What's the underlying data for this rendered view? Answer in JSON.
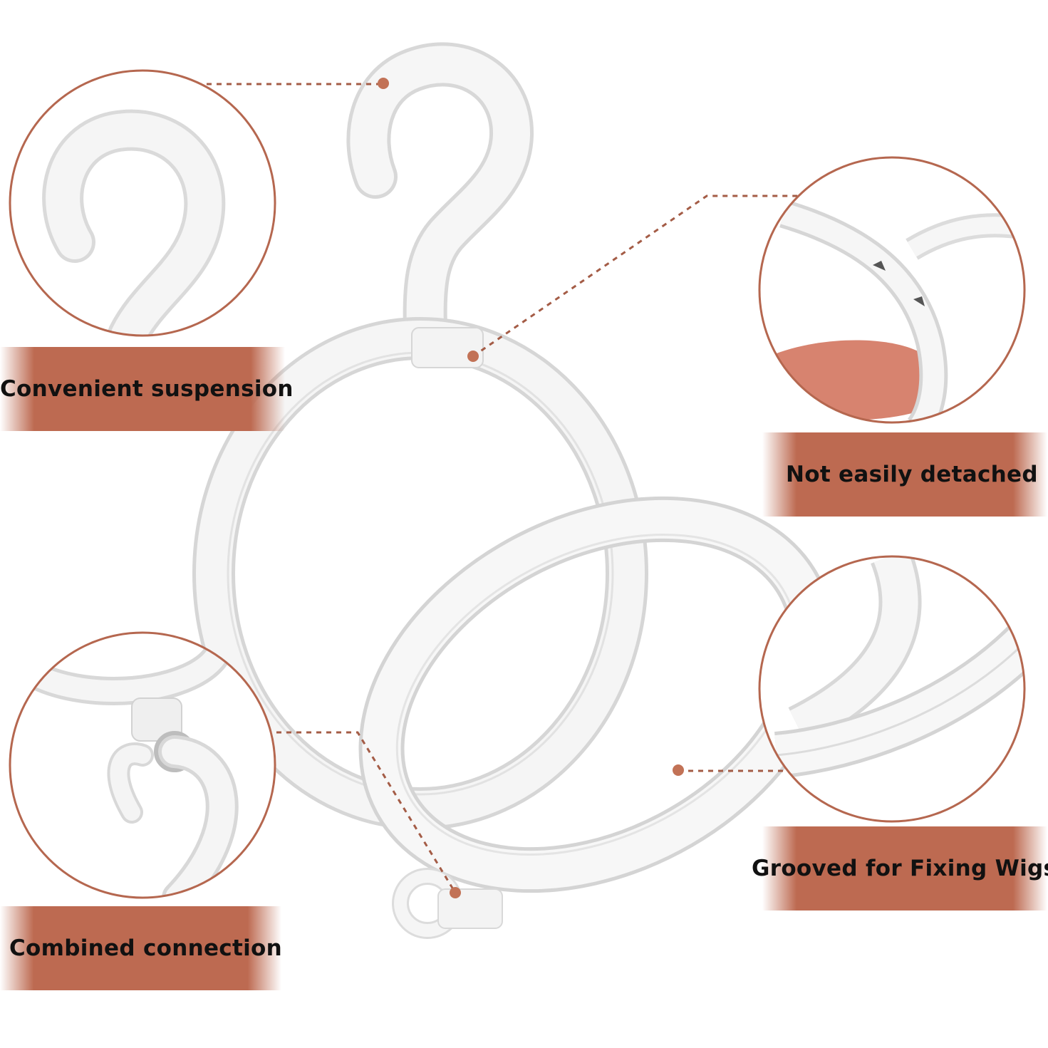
{
  "colors": {
    "accent": "#bd6a51",
    "circle_border": "#b5674f",
    "plastic": "#f4f4f4",
    "plastic_edge": "#d9d9d9",
    "skin": "#d7836f"
  },
  "features": [
    {
      "id": "suspension",
      "label": "Convenient suspension"
    },
    {
      "id": "detached",
      "label": "Not easily detached"
    },
    {
      "id": "grooved",
      "label": "Grooved for Fixing Wigs"
    },
    {
      "id": "combined",
      "label": "Combined connection"
    }
  ]
}
